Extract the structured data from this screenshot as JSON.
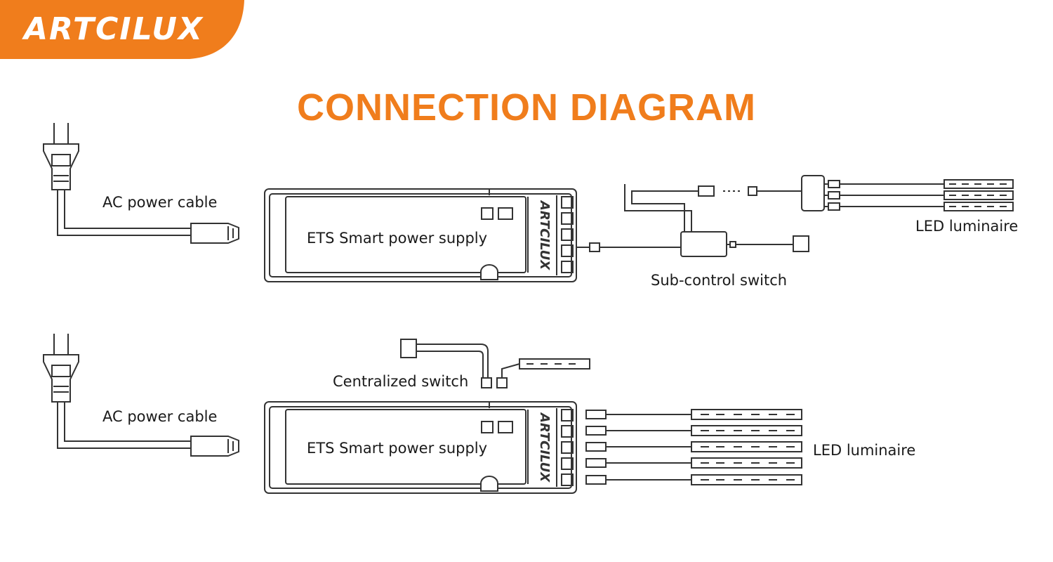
{
  "brand": {
    "logo_text": "ARTCILUX",
    "accent_color": "#f07d1c"
  },
  "title": "CONNECTION DIAGRAM",
  "diagram_top": {
    "ac_label": "AC power cable",
    "psu_label": "ETS   Smart power supply",
    "switch_label": "Sub-control switch",
    "led_label": "LED luminaire"
  },
  "diagram_bottom": {
    "ac_label": "AC power cable",
    "psu_label": "ETS   Smart power supply",
    "switch_label": "Centralized switch",
    "led_label": "LED luminaire"
  }
}
